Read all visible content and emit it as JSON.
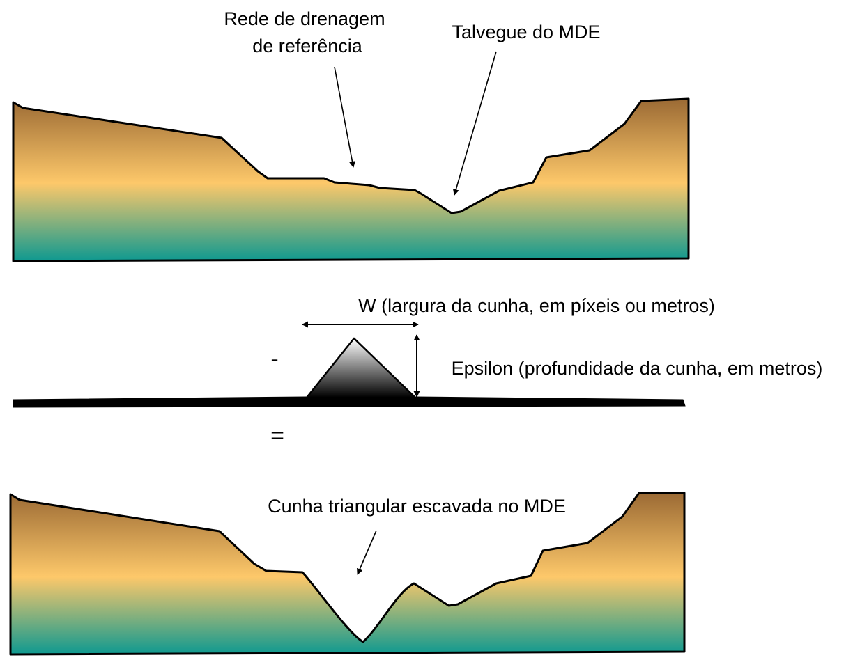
{
  "labels": {
    "reference_network_line1": "Rede de drenagem",
    "reference_network_line2": "de referência",
    "dem_thalweg": "Talvegue do MDE",
    "wedge_width": "W (largura da cunha, em píxeis ou metros)",
    "wedge_depth": "Epsilon (profundidade da cunha, em metros)",
    "minus_sign": "-",
    "equals_sign": "=",
    "excavated_wedge": "Cunha triangular escavada no MDE"
  },
  "colors": {
    "terrain_top": "#9b6a34",
    "terrain_mid": "#fdc86a",
    "terrain_bottom": "#0e9990",
    "wedge_top": "#ffffff",
    "wedge_bottom": "#000000",
    "outline": "#000000"
  }
}
